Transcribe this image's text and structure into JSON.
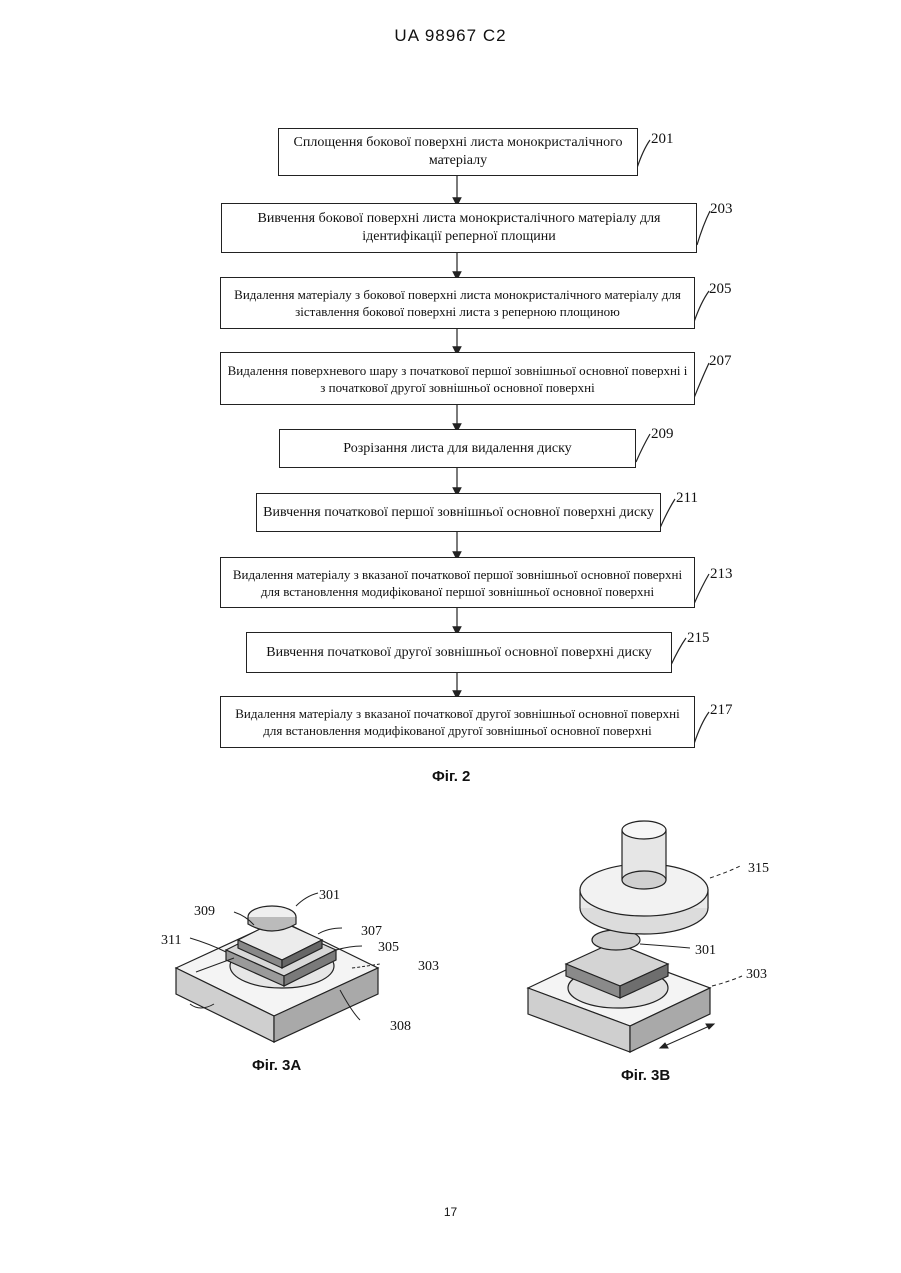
{
  "header": "UA   98967   C2",
  "flowchart": {
    "steps": [
      {
        "ref": "201",
        "text": "Сплощення бокової поверхні листа монокристалічного матеріалу"
      },
      {
        "ref": "203",
        "text": "Вивчення бокової поверхні листа монокристалічного матеріалу для ідентифікації реперної площини"
      },
      {
        "ref": "205",
        "text": "Видалення матеріалу з бокової поверхні листа монокристалічного матеріалу для зіставлення бокової поверхні листа з реперною площиною"
      },
      {
        "ref": "207",
        "text": "Видалення поверхневого шару з початкової першої зовнішньої основної поверхні і з початкової другої зовнішньої основної поверхні"
      },
      {
        "ref": "209",
        "text": "Розрізання листа для видалення диску"
      },
      {
        "ref": "211",
        "text": "Вивчення початкової першої зовнішньої основної поверхні диску"
      },
      {
        "ref": "213",
        "text": "Видалення матеріалу з вказаної початкової першої зовнішньої основної поверхні для встановлення модифікованої першої зовнішньої основної поверхні"
      },
      {
        "ref": "215",
        "text": "Вивчення початкової другої зовнішньої основної поверхні диску"
      },
      {
        "ref": "217",
        "text": "Видалення матеріалу з вказаної початкової другої зовнішньої основної поверхні для встановлення модифікованої другої зовнішньої основної поверхні"
      }
    ],
    "caption": "Фіг. 2"
  },
  "fig3a": {
    "caption": "Фіг. 3А",
    "labels": [
      "301",
      "309",
      "307",
      "305",
      "311",
      "303",
      "308"
    ]
  },
  "fig3b": {
    "caption": "Фіг. 3В",
    "labels": [
      "315",
      "301",
      "303"
    ]
  },
  "page_number": "17"
}
